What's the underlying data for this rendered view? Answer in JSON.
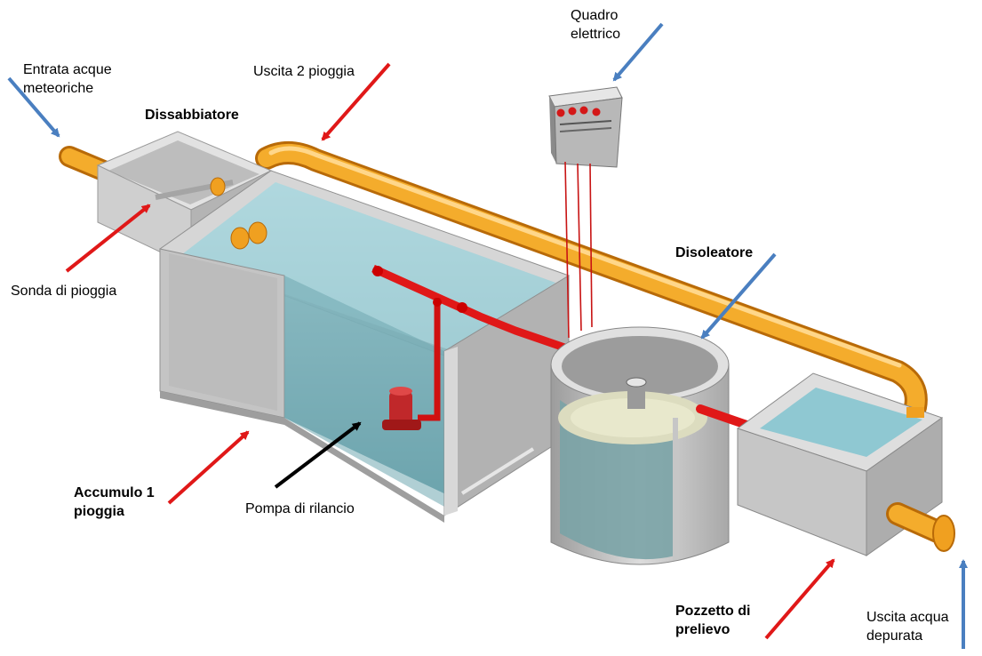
{
  "labels": {
    "rain_inlet": "Entrata acque\nmeteoriche",
    "desander": "Dissabbiatore",
    "rain_outlet_2": "Uscita 2 pioggia",
    "control_panel": "Quadro\nelettrico",
    "rain_probe": "Sonda di pioggia",
    "oil_separator": "Disoleatore",
    "storage_tank": "Accumulo 1\npioggia",
    "lift_pump": "Pompa di rilancio",
    "sampling_well": "Pozzetto di\nprelievo",
    "clean_outlet": "Uscita acqua\ndepurata"
  },
  "colors": {
    "pipe_orange": "#f0a020",
    "concrete_grey": "#c9c9c9",
    "water_blue": "#8fc3cc",
    "red_pipe": "#e01818",
    "arrow_blue": "#4a7fc0",
    "arrow_red": "#e01818",
    "arrow_black": "#000000"
  }
}
